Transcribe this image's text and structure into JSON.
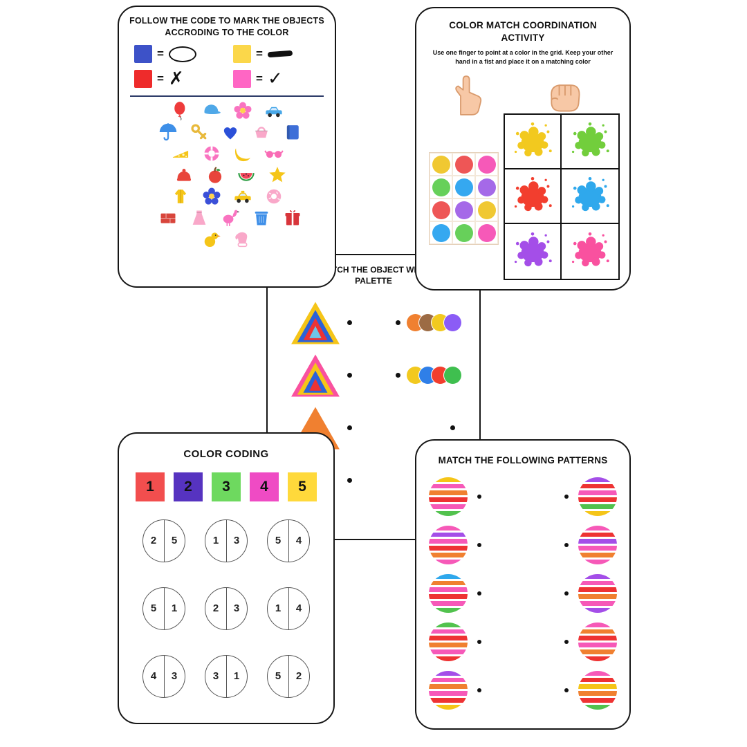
{
  "page": {
    "background": "#ffffff"
  },
  "follow_code_card": {
    "title_lines": [
      "FOLLOW THE CODE TO MARK THE OBJECTS",
      "ACCRODING TO THE COLOR"
    ],
    "equals_sign": "=",
    "divider_color": "#2B3A67",
    "legend": [
      {
        "color_name": "blue",
        "color": "#3D52C8",
        "mark": "oval"
      },
      {
        "color_name": "yellow",
        "color": "#FBD74A",
        "mark": "dash"
      },
      {
        "color_name": "red",
        "color": "#EE2B2B",
        "mark": "cross"
      },
      {
        "color_name": "pink",
        "color": "#FF66C4",
        "mark": "check"
      }
    ],
    "mark_glyphs": {
      "cross": "✗",
      "check": "✓"
    },
    "object_rows": [
      [
        {
          "type": "balloon",
          "color": "#EE3B3B"
        },
        {
          "type": "cap",
          "color": "#4FA8E8"
        },
        {
          "type": "flower",
          "color": "#F973C0"
        },
        {
          "type": "car",
          "color": "#49A8E8"
        }
      ],
      [
        {
          "type": "umbrella",
          "color": "#3E8FE8"
        },
        {
          "type": "key",
          "color": "#E8B93B"
        },
        {
          "type": "heart",
          "color": "#2B50D8"
        },
        {
          "type": "basket",
          "color": "#F9A8C9"
        },
        {
          "type": "book",
          "color": "#3E6FD8"
        }
      ],
      [
        {
          "type": "cheese",
          "color": "#F5C518"
        },
        {
          "type": "lifering",
          "color": "#F973C0"
        },
        {
          "type": "banana",
          "color": "#F5C518"
        },
        {
          "type": "sunglasses",
          "color": "#F96BB5"
        }
      ],
      [
        {
          "type": "hat",
          "color": "#E8453B"
        },
        {
          "type": "apple",
          "color": "#E8453B"
        },
        {
          "type": "watermelon",
          "color": "#F4435A"
        },
        {
          "type": "star",
          "color": "#F5C518"
        }
      ],
      [
        {
          "type": "raincoat",
          "color": "#F5C518"
        },
        {
          "type": "flower",
          "color": "#3B50D8"
        },
        {
          "type": "taxi",
          "color": "#F5C518"
        },
        {
          "type": "donut",
          "color": "#F9A8C9"
        }
      ],
      [
        {
          "type": "brick",
          "color": "#D8453B"
        },
        {
          "type": "dress",
          "color": "#F9A8C9"
        },
        {
          "type": "flamingo",
          "color": "#F973C0"
        },
        {
          "type": "trash",
          "color": "#3E8FE8"
        },
        {
          "type": "gift",
          "color": "#D8353B"
        }
      ],
      [
        {
          "type": "duck",
          "color": "#F5C518"
        },
        {
          "type": "mitten",
          "color": "#F9A8C9"
        }
      ]
    ]
  },
  "coordination_card": {
    "title_lines": [
      "COLOR MATCH COORDINATION",
      "ACTIVITY"
    ],
    "subtitle": "Use one finger to point at a color in the grid. Keep your other hand in a fist and place it on a matching color",
    "hand_icons": [
      "pointing-finger-icon",
      "fist-icon"
    ],
    "hand_color": "#F7C8A6",
    "hand_outline": "#D99A6C",
    "dot_grid": [
      [
        "#F0C832",
        "#EE5656",
        "#F659B8"
      ],
      [
        "#67D05A",
        "#35A8F0",
        "#A569E8"
      ],
      [
        "#EE5656",
        "#A569E8",
        "#F0C832"
      ],
      [
        "#35A8F0",
        "#67D05A",
        "#F659B8"
      ]
    ],
    "splat_grid": [
      [
        "#F2C91F",
        "#72CE3C"
      ],
      [
        "#F23E2E",
        "#2FA8EC"
      ],
      [
        "#A44EE8",
        "#F9519F"
      ]
    ]
  },
  "match_palette_card": {
    "title_lines": [
      "MATCH THE OBJECT WITH",
      "PALETTE"
    ],
    "rows": [
      {
        "triangle": [
          "#F5C518",
          "#2B62D9",
          "#EE3333",
          "#6EC6E8"
        ],
        "palette": [
          "#F08030",
          "#9C6B44",
          "#F2C91F",
          "#8B5CF6"
        ]
      },
      {
        "triangle": [
          "#F9519F",
          "#F5C518",
          "#2B62D9",
          "#EE3333"
        ],
        "palette": [
          "#F2C91F",
          "#2F7FE8",
          "#F23E2E",
          "#3FBF4F"
        ]
      },
      {
        "triangle": [
          "#F08030"
        ],
        "palette": []
      },
      {
        "triangle": [],
        "palette": []
      }
    ]
  },
  "color_coding_card": {
    "title": "COLOR CODING",
    "number_squares": [
      {
        "number": "1",
        "color": "#F24E4E"
      },
      {
        "number": "2",
        "color": "#5633C0"
      },
      {
        "number": "3",
        "color": "#6ED95F"
      },
      {
        "number": "4",
        "color": "#EF4BC4"
      },
      {
        "number": "5",
        "color": "#FFD93B"
      }
    ],
    "split_circles": [
      [
        "2",
        "5"
      ],
      [
        "1",
        "3"
      ],
      [
        "5",
        "4"
      ],
      [
        "5",
        "1"
      ],
      [
        "2",
        "3"
      ],
      [
        "1",
        "4"
      ],
      [
        "4",
        "3"
      ],
      [
        "3",
        "1"
      ],
      [
        "5",
        "2"
      ]
    ]
  },
  "patterns_card": {
    "title": "MATCH THE FOLLOWING PATTERNS",
    "left_circles": [
      [
        "#F5C518",
        "#F659B8",
        "#F08030",
        "#EE3333",
        "#F659B8",
        "#52C24E"
      ],
      [
        "#F659B8",
        "#A44EE8",
        "#F659B8",
        "#EE3333",
        "#F08030",
        "#F659B8"
      ],
      [
        "#2FA8EC",
        "#F08030",
        "#F659B8",
        "#EE3333",
        "#F659B8",
        "#52C24E"
      ],
      [
        "#52C24E",
        "#F659B8",
        "#EE3333",
        "#F08030",
        "#F659B8",
        "#EE3333"
      ],
      [
        "#A44EE8",
        "#F659B8",
        "#F08030",
        "#F659B8",
        "#EE3333",
        "#F5C518"
      ]
    ],
    "right_circles": [
      [
        "#A44EE8",
        "#EE3333",
        "#F659B8",
        "#EE3333",
        "#52C24E",
        "#F5C518"
      ],
      [
        "#F659B8",
        "#EE3333",
        "#A44EE8",
        "#F659B8",
        "#F08030",
        "#F659B8"
      ],
      [
        "#A44EE8",
        "#F659B8",
        "#EE3333",
        "#F08030",
        "#F659B8",
        "#A44EE8"
      ],
      [
        "#F659B8",
        "#F08030",
        "#EE3333",
        "#F659B8",
        "#F08030",
        "#EE3333"
      ],
      [
        "#F659B8",
        "#EE3333",
        "#F5C518",
        "#F08030",
        "#EE3333",
        "#52C24E"
      ]
    ]
  }
}
